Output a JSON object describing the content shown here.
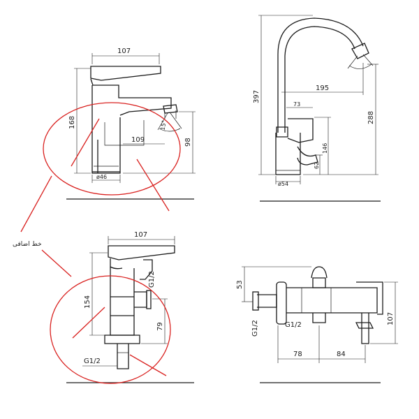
{
  "annotation": {
    "text": "خط اضافی"
  },
  "views": {
    "basin_side": {
      "d_top": "107",
      "d_left": "168",
      "d_spout": "109",
      "d_right": "98",
      "d_base": "ø46",
      "d_angle": "15°"
    },
    "kitchen_side": {
      "d_height": "397",
      "d_reach": "195",
      "d_spout_h": "288",
      "d_lever": "73",
      "d_body": "146",
      "d_lower": "62",
      "d_base": "ø54"
    },
    "bidet_side": {
      "d_top": "107",
      "d_height": "154",
      "d_thread_top": "G1/2",
      "d_mid": "79",
      "d_thread_bottom": "G1/2"
    },
    "bath_front": {
      "d_top": "53",
      "d_thread": "G1/2",
      "d_thread_center": "G1/2",
      "d_left": "78",
      "d_right": "84",
      "d_height": "107"
    }
  }
}
